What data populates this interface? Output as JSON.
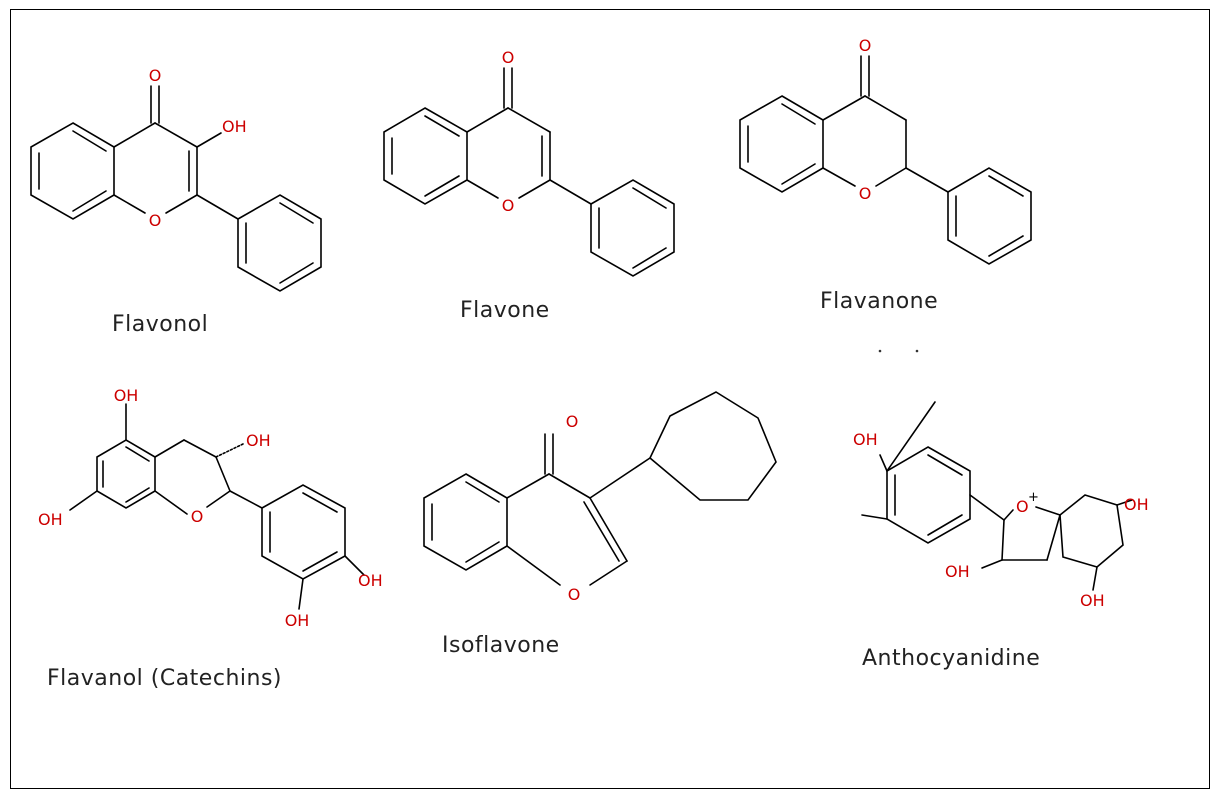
{
  "colors": {
    "heteroatom": "#cc0000",
    "bond": "#000000",
    "caption": "#222222"
  },
  "molecules": [
    {
      "id": "flavonol",
      "name": "Flavonol",
      "atoms": {
        "carbonyl": "O",
        "ring_o": "O",
        "hydroxyl": "OH"
      }
    },
    {
      "id": "flavone",
      "name": "Flavone",
      "atoms": {
        "carbonyl": "O",
        "ring_o": "O"
      }
    },
    {
      "id": "flavanone",
      "name": "Flavanone",
      "atoms": {
        "carbonyl": "O",
        "ring_o": "O"
      }
    },
    {
      "id": "flavanol",
      "name": "Flavanol (Catechins)",
      "atoms": {
        "oh5": "OH",
        "oh3": "OH",
        "oh7": "OH",
        "ring_o": "O",
        "oh4p": "OH",
        "oh3p": "OH"
      }
    },
    {
      "id": "isoflavone",
      "name": "Isoflavone",
      "atoms": {
        "carbonyl": "O",
        "ring_o": "O"
      }
    },
    {
      "id": "anthocyanidine",
      "name": "Anthocyanidine",
      "atoms": {
        "oh4p": "OH",
        "ring_o_plus": "O",
        "charge": "+",
        "oh5": "OH",
        "oh7": "OH",
        "oh3": "OH"
      }
    }
  ]
}
